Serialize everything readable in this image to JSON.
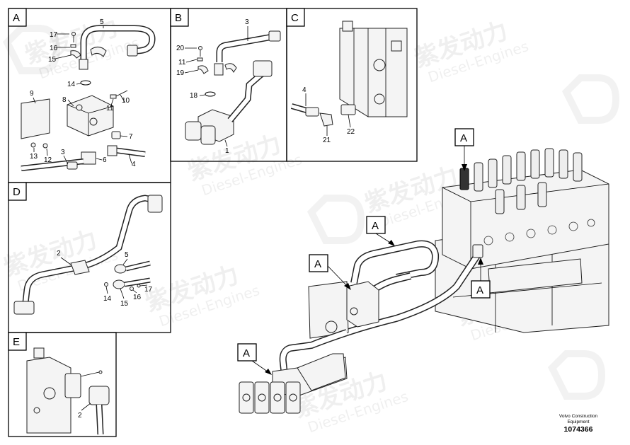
{
  "watermark": {
    "cn": "紫发动力",
    "en": "Diesel-Engines"
  },
  "panels": {
    "A": {
      "letter": "A",
      "labels": [
        "17",
        "16",
        "15",
        "5",
        "14",
        "8",
        "9",
        "11",
        "10",
        "7",
        "13",
        "12",
        "3",
        "6",
        "4"
      ]
    },
    "B": {
      "letter": "B",
      "labels": [
        "3",
        "20",
        "11",
        "19",
        "18",
        "1"
      ]
    },
    "C": {
      "letter": "C",
      "labels": [
        "4",
        "21",
        "22"
      ]
    },
    "D": {
      "letter": "D",
      "labels": [
        "2",
        "5",
        "14",
        "15",
        "16",
        "17"
      ]
    },
    "E": {
      "letter": "E",
      "labels": [
        "2"
      ]
    }
  },
  "main_callouts": [
    "A",
    "A",
    "A",
    "A",
    "A"
  ],
  "footer": {
    "brand_line1": "Volvo Construction",
    "brand_line2": "Equipment",
    "drawing_number": "1074366"
  }
}
